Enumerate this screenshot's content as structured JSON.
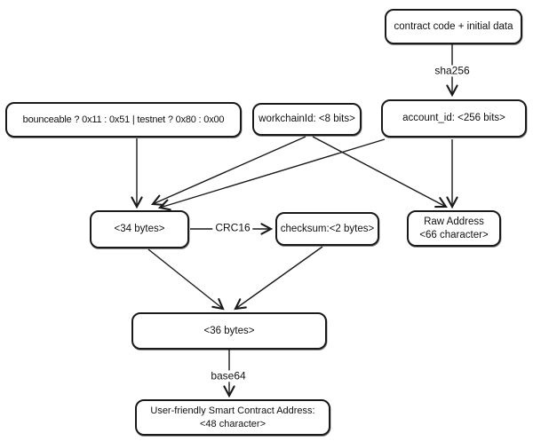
{
  "diagram": {
    "nodes": {
      "contract_code": {
        "label": "contract code + initial data"
      },
      "bounceable_flag": {
        "label": "bounceable ? 0x11 : 0x51 | testnet ? 0x80 : 0x00"
      },
      "workchain_id": {
        "label": "workchainId: <8 bits>"
      },
      "account_id": {
        "label": "account_id: <256 bits>"
      },
      "bytes_34": {
        "label": "<34 bytes>"
      },
      "checksum": {
        "label": "checksum:<2 bytes>"
      },
      "raw_address": {
        "line1": "Raw Address",
        "line2": "<66 character>"
      },
      "bytes_36": {
        "label": "<36 bytes>"
      },
      "user_friendly_address": {
        "line1": "User-friendly Smart Contract Address:",
        "line2": "<48 character>"
      }
    },
    "edge_labels": {
      "sha256": "sha256",
      "crc16": "CRC16",
      "base64": "base64"
    },
    "colors": {
      "stroke": "#1a1a1a",
      "node_fill": "#ffffff",
      "background": "#ffffff"
    }
  }
}
